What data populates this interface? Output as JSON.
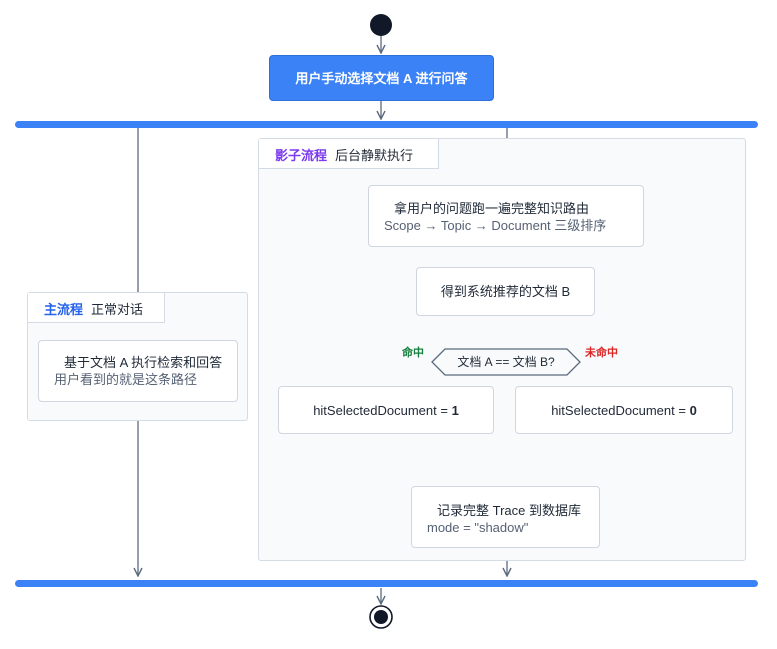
{
  "start_action": "用户手动选择文档 A 进行问答",
  "main_flow": {
    "title": "主流程",
    "subtitle": "正常对话",
    "step_main": "基于文档 A 执行检索和回答",
    "step_sub": "用户看到的就是这条路径"
  },
  "shadow_flow": {
    "title": "影子流程",
    "subtitle": "后台静默执行",
    "route_main": "拿用户的问题跑一遍完整知识路由",
    "route_sub": "Scope → Topic → Document 三级排序",
    "recommend": "得到系统推荐的文档 B",
    "decision": "文档 A == 文档 B?",
    "hit_label": "命中",
    "miss_label": "未命中",
    "hit_result_prefix": "hitSelectedDocument = ",
    "hit_result_value": "1",
    "miss_result_prefix": "hitSelectedDocument = ",
    "miss_result_value": "0",
    "record_main": "记录完整 Trace 到数据库",
    "record_sub": "mode = \"shadow\""
  },
  "colors": {
    "accent": "#3b82f6",
    "main_title": "#2563eb",
    "shadow_title": "#7c3aed",
    "hit": "#15803d",
    "miss": "#dc2626",
    "line": "#5b6b7e"
  }
}
